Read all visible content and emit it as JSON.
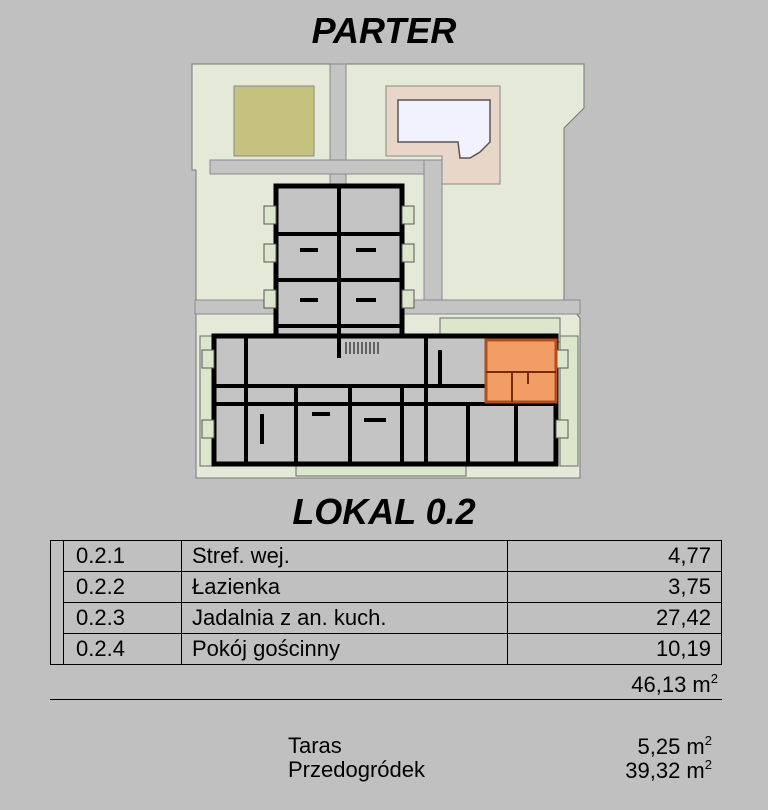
{
  "floor_title": "PARTER",
  "unit_title": "LOKAL 0.2",
  "rooms": [
    {
      "number": "0.2.1",
      "name": "Stref. wej.",
      "area": "4,77"
    },
    {
      "number": "0.2.2",
      "name": "Łazienka",
      "area": "3,75"
    },
    {
      "number": "0.2.3",
      "name": "Jadalnia z an. kuch.",
      "area": "27,42"
    },
    {
      "number": "0.2.4",
      "name": "Pokój gościnny",
      "area": "10,19"
    }
  ],
  "total": {
    "value": "46,13 m",
    "unit_sup": "2"
  },
  "extras": [
    {
      "label": "Taras",
      "value": "5,25 m",
      "unit_sup": "2"
    },
    {
      "label": "Przedogródek",
      "value": "39,32 m",
      "unit_sup": "2"
    }
  ],
  "colors": {
    "background": "#c0c0c0",
    "site": "#e4ead7",
    "path": "#c4c4c4",
    "field": "#c4c27e",
    "plaza": "#e8d6c8",
    "pool": "#f2f2ff",
    "building_wall": "#000000",
    "room": "#c4c4c4",
    "highlight": "#f39d66",
    "highlight_border": "#b04f1c"
  }
}
